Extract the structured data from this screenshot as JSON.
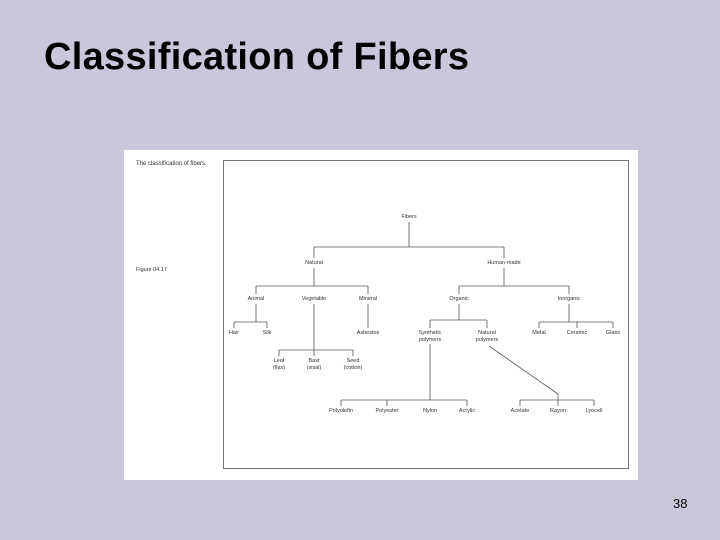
{
  "slide": {
    "title": "Classification of Fibers",
    "page_number": "38"
  },
  "figure": {
    "caption": "The classification of fibers.",
    "number": "Figure 04.17",
    "line_color": "#555555"
  },
  "tree": {
    "root": "Fibers",
    "natural": "Natural",
    "human_made": "Human-made",
    "animal": "Animal",
    "vegetable": "Vegetable",
    "mineral": "Mineral",
    "organic": "Organic",
    "inorganic": "Inorganic",
    "hair": "Hair",
    "silk": "Silk",
    "asbestos": "Asbestos",
    "synthetic_polymers": [
      "Synthetic",
      "polymers"
    ],
    "natural_polymers": [
      "Natural",
      "polymers"
    ],
    "metal": "Metal",
    "ceramic": "Ceramic",
    "glass": "Glass",
    "leaf": [
      "Leaf",
      "(flax)"
    ],
    "bast": [
      "Bast",
      "(sisal)"
    ],
    "seed": [
      "Seed",
      "(cotton)"
    ],
    "polyolefin": "Polyolefin",
    "polyester": "Polyester",
    "nylon": "Nylon",
    "acrylic": "Acrylic",
    "acetate": "Acetate",
    "rayon": "Rayon",
    "lyocell": "Lyocell"
  }
}
